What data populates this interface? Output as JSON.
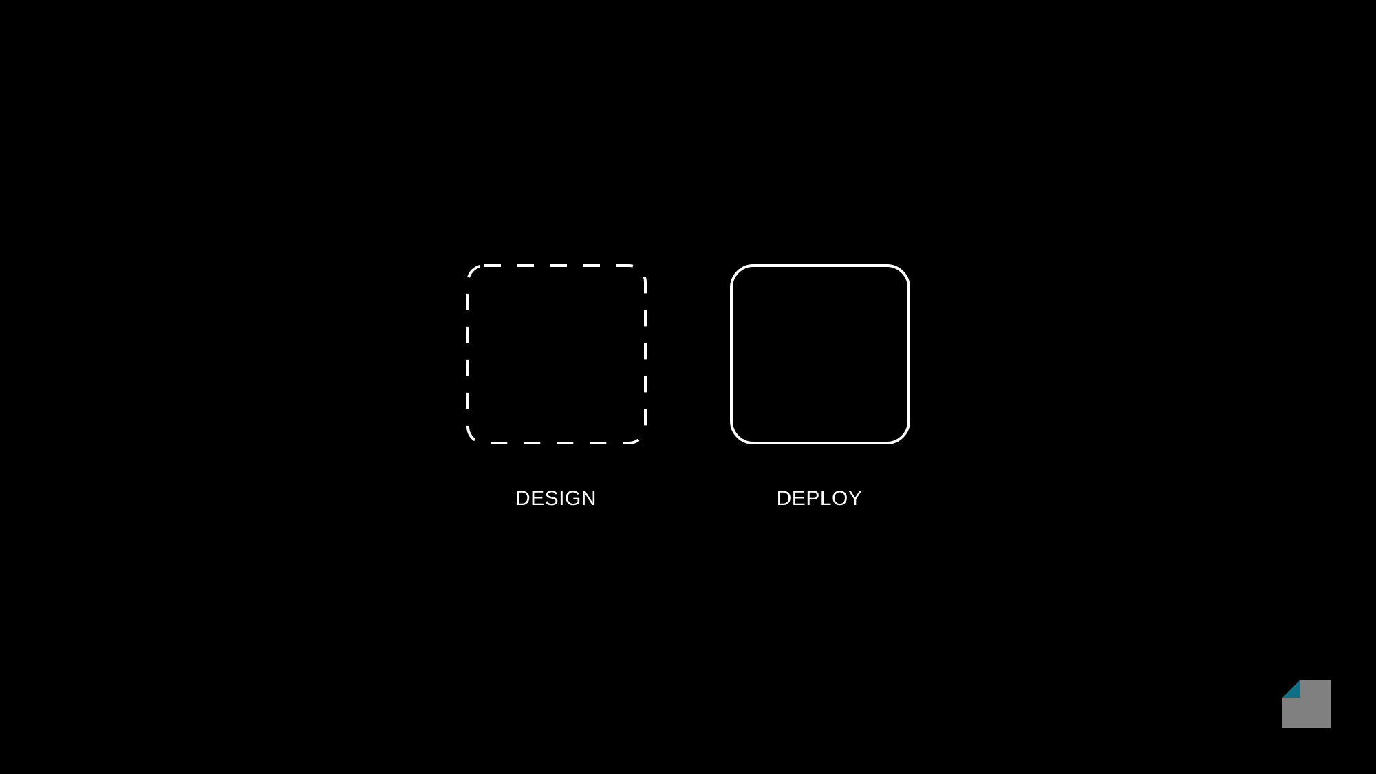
{
  "slide": {
    "background_color": "#000000",
    "stroke_color": "#ffffff",
    "steps": [
      {
        "label": "DESIGN",
        "style": "dashed-outline"
      },
      {
        "label": "DEPLOY",
        "style": "solid-outline"
      }
    ]
  },
  "logo": {
    "icon": "folded-page-logo-icon",
    "colors": {
      "page": "#808080",
      "fold": "#0f6f86"
    }
  }
}
